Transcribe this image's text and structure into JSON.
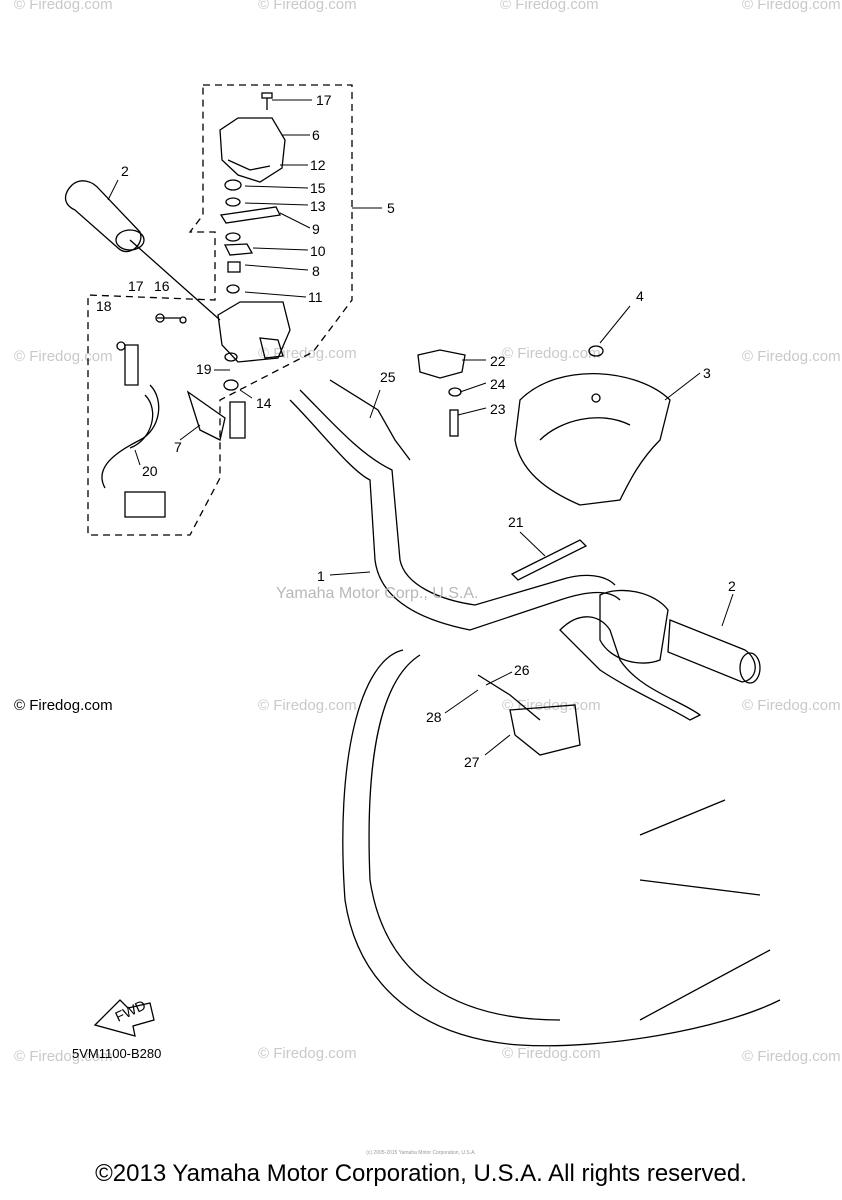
{
  "diagram": {
    "watermark_text": "© Firedog.com",
    "site_label": "© Firedog.com",
    "center_watermark": "Yamaha Motor Corp., U.S.A.",
    "part_code": "5VM1100-B280",
    "fwd_label": "FWD",
    "copyright": "©2013 Yamaha Motor Corporation, U.S.A. All rights reserved.",
    "fine_print": "(c) 2005-2015 Yamaha Motor Corporation, U.S.A.",
    "callouts": [
      "17",
      "6",
      "12",
      "15",
      "13",
      "9",
      "10",
      "8",
      "11",
      "5",
      "2",
      "17",
      "16",
      "18",
      "19",
      "14",
      "7",
      "20",
      "22",
      "24",
      "23",
      "25",
      "4",
      "3",
      "21",
      "1",
      "2",
      "26",
      "28",
      "27"
    ]
  }
}
